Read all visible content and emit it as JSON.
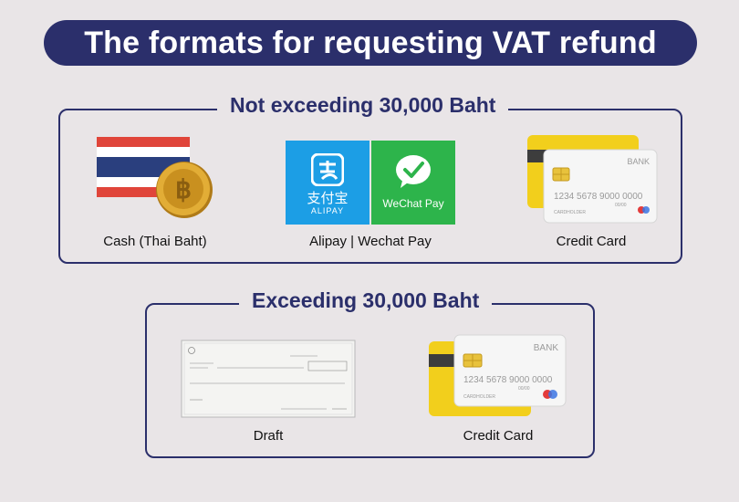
{
  "title": "The formats for requesting VAT refund",
  "section1": {
    "heading": "Not exceeding 30,000 Baht",
    "items": [
      {
        "caption": "Cash (Thai Baht)",
        "icon": "thai-flag-baht-coin-icon"
      },
      {
        "caption": "Alipay  |  Wechat Pay",
        "icon": "alipay-wechat-icon"
      },
      {
        "caption": "Credit Card",
        "icon": "credit-card-icon"
      }
    ]
  },
  "section2": {
    "heading": "Exceeding 30,000 Baht",
    "items": [
      {
        "caption": "Draft",
        "icon": "bank-draft-cheque-icon"
      },
      {
        "caption": "Credit Card",
        "icon": "credit-card-icon"
      }
    ]
  },
  "logos": {
    "alipay_text": "ALIPAY",
    "alipay_chinese": "支付宝",
    "wechat_text": "WeChat Pay"
  },
  "card": {
    "bank": "BANK",
    "number": "1234  5678  9000  0000",
    "valid": "00/00",
    "holder": "CARDHOLDER"
  },
  "colors": {
    "navy": "#2b2f6b",
    "background": "#e9e5e7",
    "alipay": "#1c9ee5",
    "wechat": "#2db44b",
    "card_yellow": "#f2cf1c",
    "coin": "#d9a62e"
  }
}
